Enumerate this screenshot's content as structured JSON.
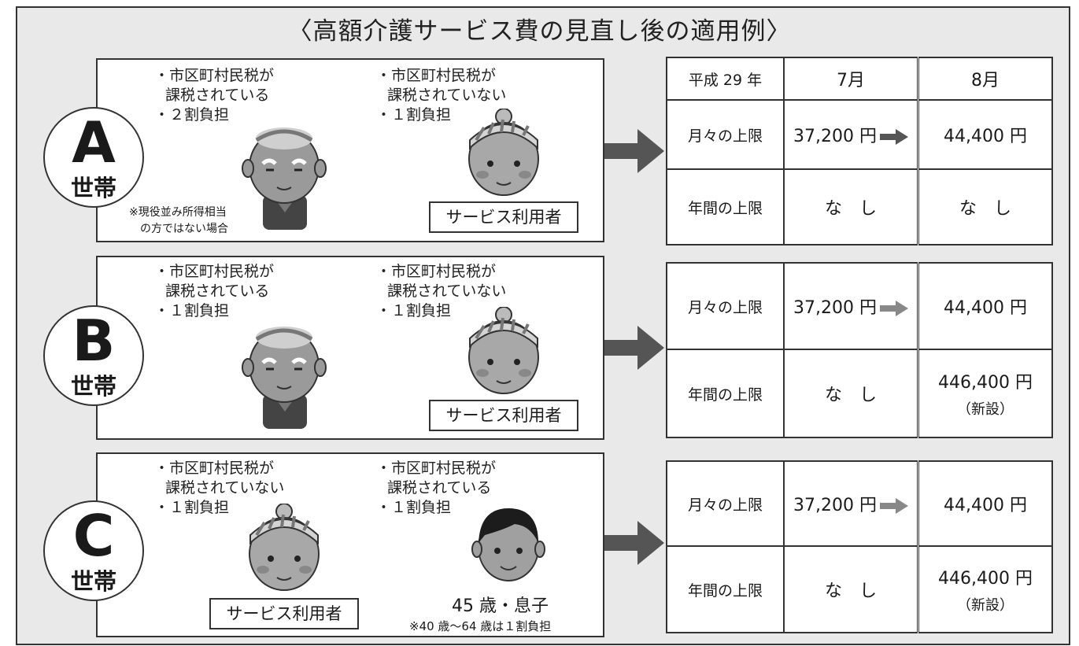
{
  "title": "〈高額介護サービス費の見直し後の適用例〉",
  "households": [
    {
      "letter": "A",
      "suffix": "世帯",
      "left_lines": [
        "・市区町村民税が",
        "課税されている",
        "・２割負担"
      ],
      "right_lines": [
        "・市区町村民税が",
        "課税されていない",
        "・１割負担"
      ],
      "note_lines": [
        "※現役並み所得相当",
        "の方ではない場合"
      ],
      "service_user_label": "サービス利用者"
    },
    {
      "letter": "B",
      "suffix": "世帯",
      "left_lines": [
        "・市区町村民税が",
        "課税されている",
        "・１割負担"
      ],
      "right_lines": [
        "・市区町村民税が",
        "課税されていない",
        "・１割負担"
      ],
      "service_user_label": "サービス利用者"
    },
    {
      "letter": "C",
      "suffix": "世帯",
      "left_lines": [
        "・市区町村民税が",
        "課税されていない",
        "・１割負担"
      ],
      "right_lines": [
        "・市区町村民税が",
        "課税されている",
        "・１割負担"
      ],
      "service_user_label": "サービス利用者",
      "son_label": "45 歳・息子",
      "son_note": "※40 歳～64 歳は１割負担"
    }
  ],
  "table_header": {
    "year": "平成 29 年",
    "july": "7月",
    "august": "8月"
  },
  "tables": [
    {
      "rows": [
        {
          "label": "月々の上限",
          "july": "37,200 円",
          "august": "44,400 円"
        },
        {
          "label": "年間の上限",
          "july": "な　し",
          "august": "な　し"
        }
      ]
    },
    {
      "rows": [
        {
          "label": "月々の上限",
          "july": "37,200 円",
          "august": "44,400 円"
        },
        {
          "label": "年間の上限",
          "july": "な　し",
          "august": "446,400 円",
          "august_note": "（新設）"
        }
      ]
    },
    {
      "rows": [
        {
          "label": "月々の上限",
          "july": "37,200 円",
          "august": "44,400 円"
        },
        {
          "label": "年間の上限",
          "july": "な　し",
          "august": "446,400 円",
          "august_note": "（新設）"
        }
      ]
    }
  ]
}
